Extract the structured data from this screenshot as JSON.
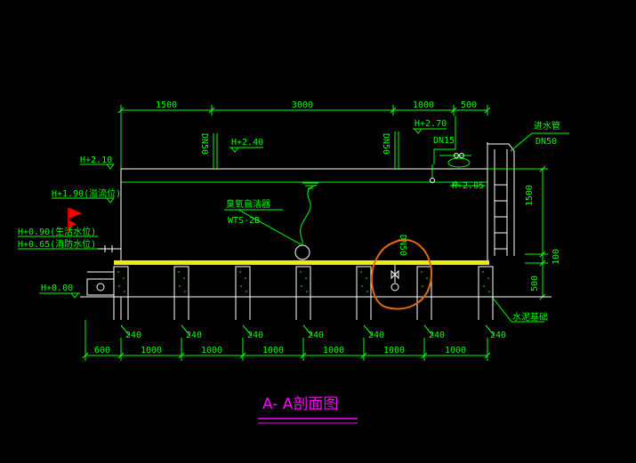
{
  "title": "A- A剖面图",
  "colors": {
    "background": "#000000",
    "dimension": "#00ff00",
    "outline": "#ffffff",
    "floor": "#e8f000",
    "title": "#ff00ff",
    "markup_circle": "#e06a10",
    "flag": "#ff0000"
  },
  "top_dimensions": [
    "1500",
    "3000",
    "1000",
    "500"
  ],
  "bottom_dimensions": [
    "600",
    "1000",
    "1000",
    "1000",
    "1000",
    "1000",
    "1000"
  ],
  "pier_widths": [
    "240",
    "240",
    "240",
    "240",
    "240",
    "240",
    "240"
  ],
  "right_dimensions": [
    "1500",
    "100",
    "500"
  ],
  "elevations": {
    "top_left": "H+2.10",
    "mid_left": "H+1.90(溢流位)",
    "lower_left_1": "H+0.90(生活水位)",
    "lower_left_2": "H+0.65(消防水位)",
    "ground": "H+0.00",
    "pipe_1": "H+2.40",
    "pipe_2": "H+2.70",
    "pipe_3": "H+2.05"
  },
  "pipe_labels": {
    "dn50_left": "DN50",
    "dn50_right": "DN50",
    "dn50_drain": "DN50",
    "dn15": "DN15",
    "inlet": "进水管",
    "inlet_size": "DN50"
  },
  "equipment": {
    "name": "臭氧自洁器",
    "model": "WTS-2B"
  },
  "foundation_label": "水泥基础"
}
